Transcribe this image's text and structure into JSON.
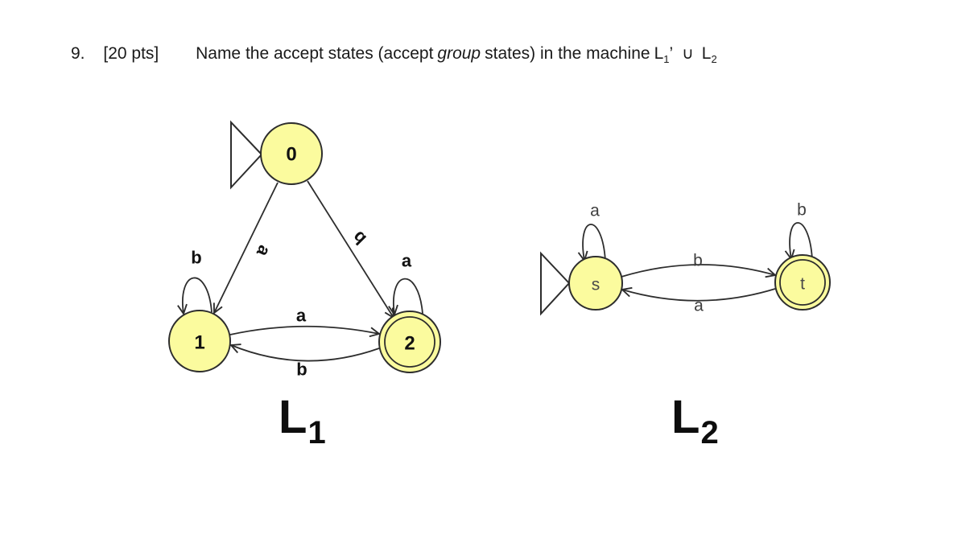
{
  "header": {
    "number": "9.",
    "points": "[20 pts]",
    "question_pre": "Name the accept states (accept",
    "question_italic": "group",
    "question_post": "states) in the machine",
    "expr": {
      "l1": "L",
      "l1_sub": "1",
      "prime": "’",
      "union": "∪",
      "l2": "L",
      "l2_sub": "2"
    }
  },
  "colors": {
    "state_fill": "#FBFB9E",
    "state_stroke": "#2d2d2d",
    "machine1_text": "#111111",
    "machine2_text": "#4a4a4a",
    "background": "#ffffff"
  },
  "machine1": {
    "label": "L",
    "label_sub": "1",
    "states": {
      "s0": {
        "id": "0",
        "start": true,
        "accept": false
      },
      "s1": {
        "id": "1",
        "start": false,
        "accept": false
      },
      "s2": {
        "id": "2",
        "start": false,
        "accept": true
      }
    },
    "edges": {
      "e01": {
        "from": "0",
        "to": "1",
        "label": "a"
      },
      "e02": {
        "from": "0",
        "to": "2",
        "label": "b"
      },
      "loop1": {
        "from": "1",
        "to": "1",
        "label": "b"
      },
      "loop2": {
        "from": "2",
        "to": "2",
        "label": "a"
      },
      "e12": {
        "from": "1",
        "to": "2",
        "label": "a"
      },
      "e21": {
        "from": "2",
        "to": "1",
        "label": "b"
      }
    }
  },
  "machine2": {
    "label": "L",
    "label_sub": "2",
    "states": {
      "s": {
        "id": "s",
        "start": true,
        "accept": false
      },
      "t": {
        "id": "t",
        "start": false,
        "accept": true
      }
    },
    "edges": {
      "loop_s": {
        "from": "s",
        "to": "s",
        "label": "a"
      },
      "loop_t": {
        "from": "t",
        "to": "t",
        "label": "b"
      },
      "e_st": {
        "from": "s",
        "to": "t",
        "label": "b"
      },
      "e_ts": {
        "from": "t",
        "to": "s",
        "label": "a"
      }
    }
  }
}
